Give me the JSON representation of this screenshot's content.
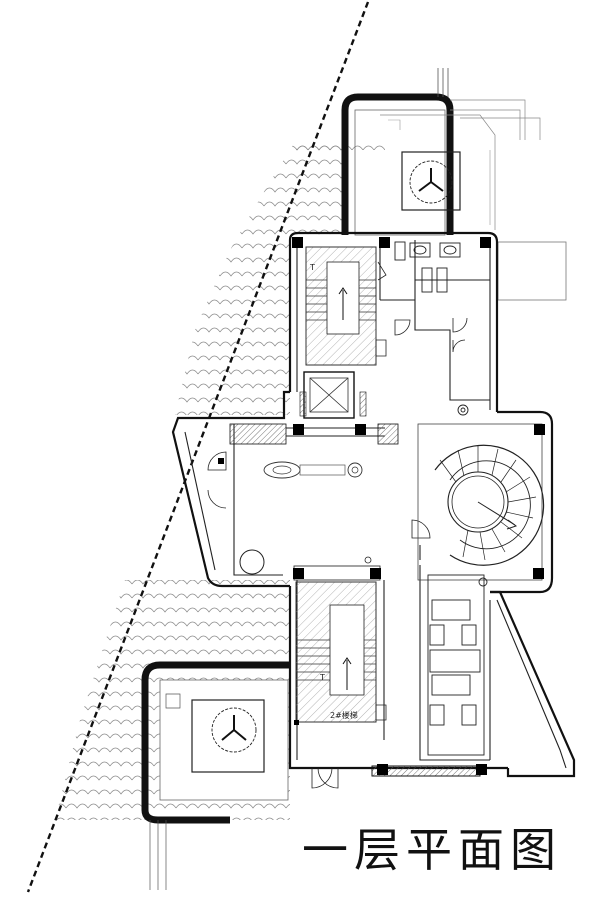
{
  "drawing": {
    "title": "一层平面图",
    "labels": {
      "stair_upper": "T",
      "stair_lower": "T",
      "stair_lower_tag": "2#楼梯"
    }
  },
  "colors": {
    "line": "#111111",
    "thin_line": "#555555",
    "hatch": "#9a9a9a",
    "water": "#7a7a7a",
    "column": "#000000"
  },
  "legend": {
    "water_icon": "wave-pattern-icon",
    "tree_icon": "tree-symbol-icon"
  }
}
